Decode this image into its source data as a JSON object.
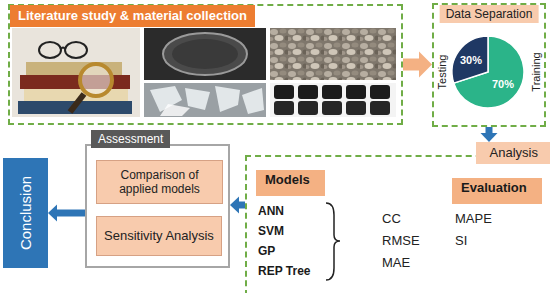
{
  "diagram": {
    "nodes": [
      {
        "text": [
          "Literature study & material collection"
        ]
      },
      {
        "text": [
          "Data Separation"
        ]
      },
      {
        "text": [
          "Analysis"
        ]
      },
      {
        "text": [
          "Models"
        ],
        "in": 2
      },
      {
        "text": [
          "Evaluation"
        ],
        "in": 2
      },
      {
        "text": [
          "Assessment"
        ]
      },
      {
        "text": [
          "Comparison of applied models"
        ],
        "in": 5
      },
      {
        "text": [
          "Sensitivity Analysis"
        ],
        "in": 5
      },
      {
        "text": [
          "Conclusion"
        ]
      }
    ],
    "edges": [
      {
        "from": 0,
        "to": 1,
        "arrow": "to"
      },
      {
        "from": 1,
        "to": 2,
        "arrow": "to"
      },
      {
        "from": 2,
        "to": 5,
        "arrow": "to"
      },
      {
        "from": 5,
        "to": 8,
        "arrow": "to"
      }
    ],
    "labels": [
      "30%",
      "Testing",
      "70%",
      "Training",
      "ANN",
      "SVM",
      "GP",
      "REP Tree",
      "CC",
      "MAPE",
      "RMSE",
      "MAE",
      "SI"
    ]
  }
}
